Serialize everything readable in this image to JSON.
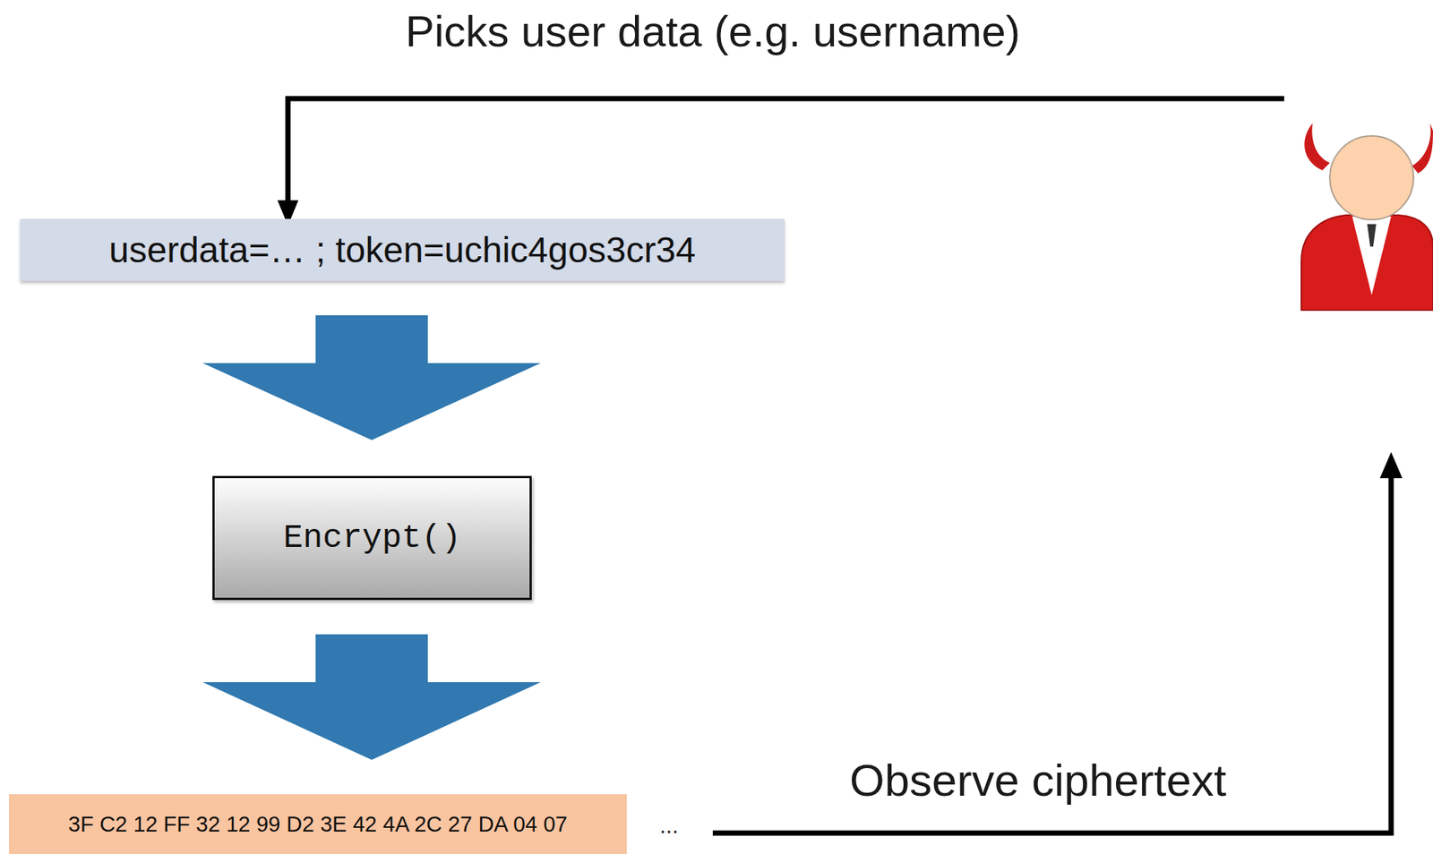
{
  "diagram": {
    "nodes": [
      {
        "text": [
          "userdata=… ; token=uchic4gos3cr34"
        ]
      },
      {
        "text": [
          "Encrypt()"
        ]
      },
      {
        "text": [
          "3F C2 12 FF 32 12 99 D2 3E 42 4A 2C 27 DA 04 07"
        ]
      }
    ],
    "labels": [
      "Picks user data (e.g. username)",
      "Observe ciphertext",
      "..."
    ]
  }
}
